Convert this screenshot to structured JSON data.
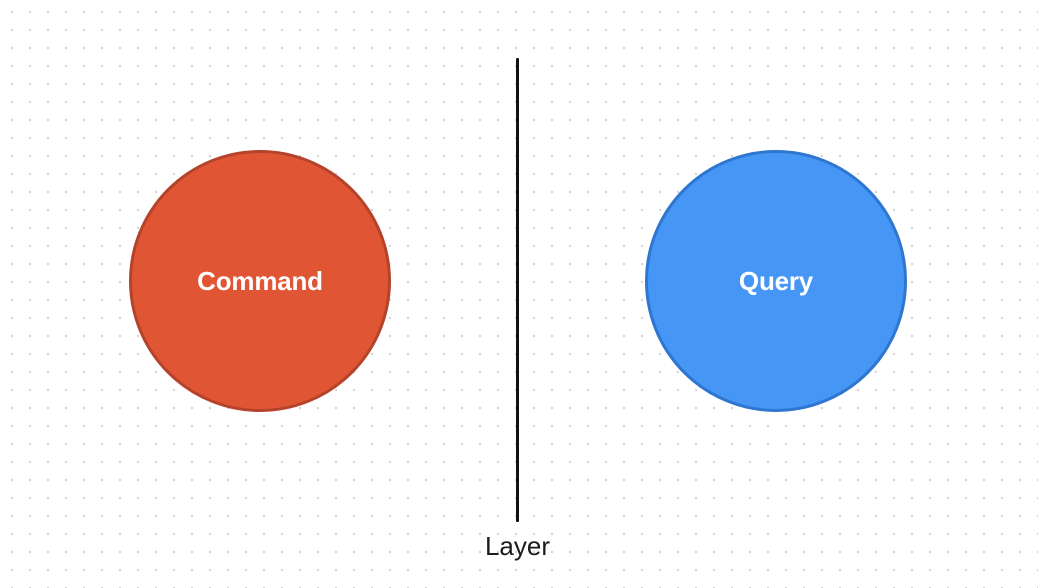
{
  "diagram": {
    "nodes": [
      {
        "id": "command",
        "label": "Command",
        "shape": "circle",
        "fill": "#E05634",
        "stroke": "#B5432B"
      },
      {
        "id": "query",
        "label": "Query",
        "shape": "circle",
        "fill": "#4596F5",
        "stroke": "#2E76CF"
      }
    ],
    "divider": {
      "label": "Layer",
      "color": "#111111"
    },
    "background": {
      "pattern": "dot-grid",
      "dot_color": "#D4D4D4"
    }
  }
}
